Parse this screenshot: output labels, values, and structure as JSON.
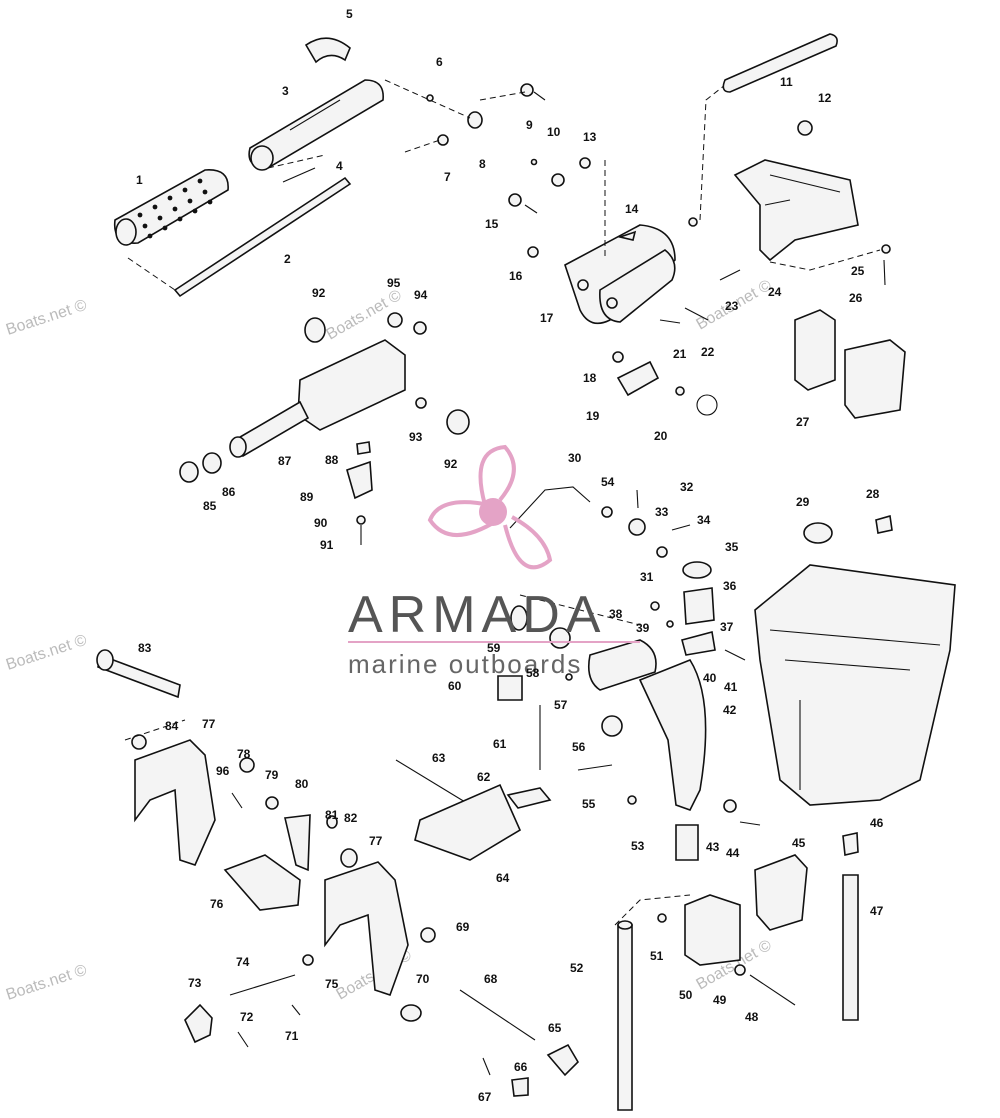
{
  "watermark": {
    "text": "Boats.net ©"
  },
  "logo": {
    "name": "ARMADA",
    "tagline": "marine outboards",
    "accent": "#e4a3c6"
  },
  "labels": [
    "1",
    "2",
    "3",
    "4",
    "5",
    "6",
    "7",
    "8",
    "9",
    "10",
    "11",
    "12",
    "13",
    "14",
    "15",
    "16",
    "17",
    "18",
    "19",
    "20",
    "21",
    "22",
    "23",
    "24",
    "25",
    "26",
    "27",
    "28",
    "29",
    "30",
    "31",
    "32",
    "33",
    "34",
    "35",
    "36",
    "37",
    "38",
    "39",
    "40",
    "41",
    "42",
    "43",
    "44",
    "45",
    "46",
    "47",
    "48",
    "49",
    "50",
    "51",
    "52",
    "53",
    "54",
    "55",
    "56",
    "57",
    "58",
    "59",
    "60",
    "61",
    "62",
    "63",
    "64",
    "65",
    "66",
    "67",
    "68",
    "69",
    "70",
    "71",
    "72",
    "73",
    "74",
    "75",
    "76",
    "77",
    "78",
    "79",
    "80",
    "81",
    "82",
    "83",
    "84",
    "85",
    "86",
    "87",
    "88",
    "89",
    "90",
    "91",
    "92",
    "93",
    "94",
    "95",
    "96"
  ]
}
